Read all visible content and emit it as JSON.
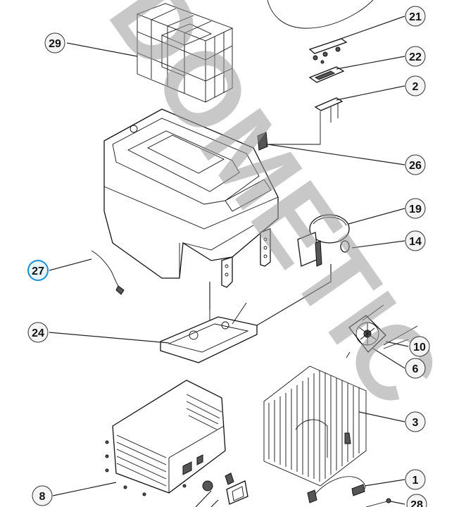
{
  "watermark": "DOMETIC",
  "callouts": [
    {
      "id": "c29",
      "label": "29",
      "highlight": false
    },
    {
      "id": "c21",
      "label": "21",
      "highlight": false
    },
    {
      "id": "c22",
      "label": "22",
      "highlight": false
    },
    {
      "id": "c2",
      "label": "2",
      "highlight": false
    },
    {
      "id": "c26",
      "label": "26",
      "highlight": false
    },
    {
      "id": "c19",
      "label": "19",
      "highlight": false
    },
    {
      "id": "c14",
      "label": "14",
      "highlight": false
    },
    {
      "id": "c27",
      "label": "27",
      "highlight": true
    },
    {
      "id": "c24",
      "label": "24",
      "highlight": false
    },
    {
      "id": "c10",
      "label": "10",
      "highlight": false
    },
    {
      "id": "c6",
      "label": "6",
      "highlight": false
    },
    {
      "id": "c3",
      "label": "3",
      "highlight": false
    },
    {
      "id": "c1",
      "label": "1",
      "highlight": false
    },
    {
      "id": "c8",
      "label": "8",
      "highlight": false
    },
    {
      "id": "c28",
      "label": "28",
      "highlight": false
    }
  ],
  "colors": {
    "highlight": "#1a8fd1",
    "watermark": "#9a9a9a",
    "line": "#111111"
  }
}
